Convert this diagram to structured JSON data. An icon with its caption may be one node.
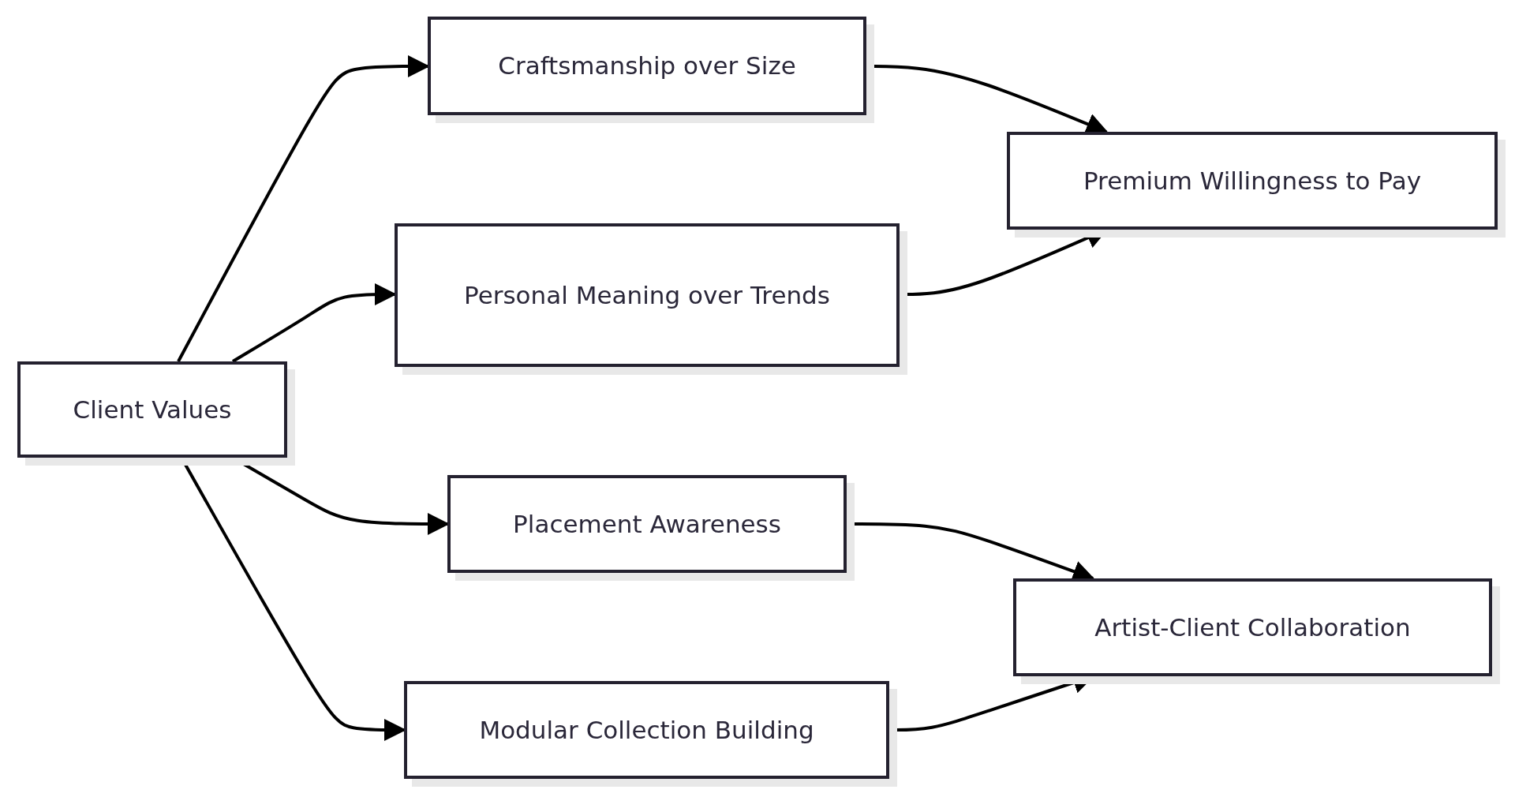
{
  "diagram": {
    "nodes": [
      {
        "text": [
          "Client Values"
        ]
      },
      {
        "text": [
          "Craftsmanship over Size"
        ]
      },
      {
        "text": [
          "Personal Meaning over Trends"
        ]
      },
      {
        "text": [
          "Placement Awareness"
        ]
      },
      {
        "text": [
          "Modular Collection Building"
        ]
      },
      {
        "text": [
          "Premium Willingness to Pay"
        ]
      },
      {
        "text": [
          "Artist-Client Collaboration"
        ]
      }
    ],
    "edges": [
      {
        "from": 0,
        "to": 1,
        "arrow": "to"
      },
      {
        "from": 0,
        "to": 2,
        "arrow": "to"
      },
      {
        "from": 0,
        "to": 3,
        "arrow": "to"
      },
      {
        "from": 0,
        "to": 4,
        "arrow": "to"
      },
      {
        "from": 1,
        "to": 5,
        "arrow": "to"
      },
      {
        "from": 2,
        "to": 5,
        "arrow": "to"
      },
      {
        "from": 3,
        "to": 6,
        "arrow": "to"
      },
      {
        "from": 4,
        "to": 6,
        "arrow": "to"
      }
    ]
  }
}
